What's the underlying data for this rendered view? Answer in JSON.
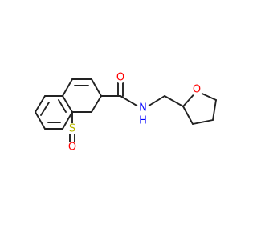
{
  "colors": {
    "bond": "#222222",
    "oxygen": "#ff0000",
    "nitrogen": "#0000ff",
    "sulfur": "#b8b800",
    "background": "#ffffff"
  },
  "atoms": {
    "ketone_oxygen": "O",
    "ring_sulfur": "S",
    "amide_oxygen": "O",
    "amide_nitrogen": "N",
    "amide_hydrogen": "H",
    "thf_oxygen": "O"
  }
}
